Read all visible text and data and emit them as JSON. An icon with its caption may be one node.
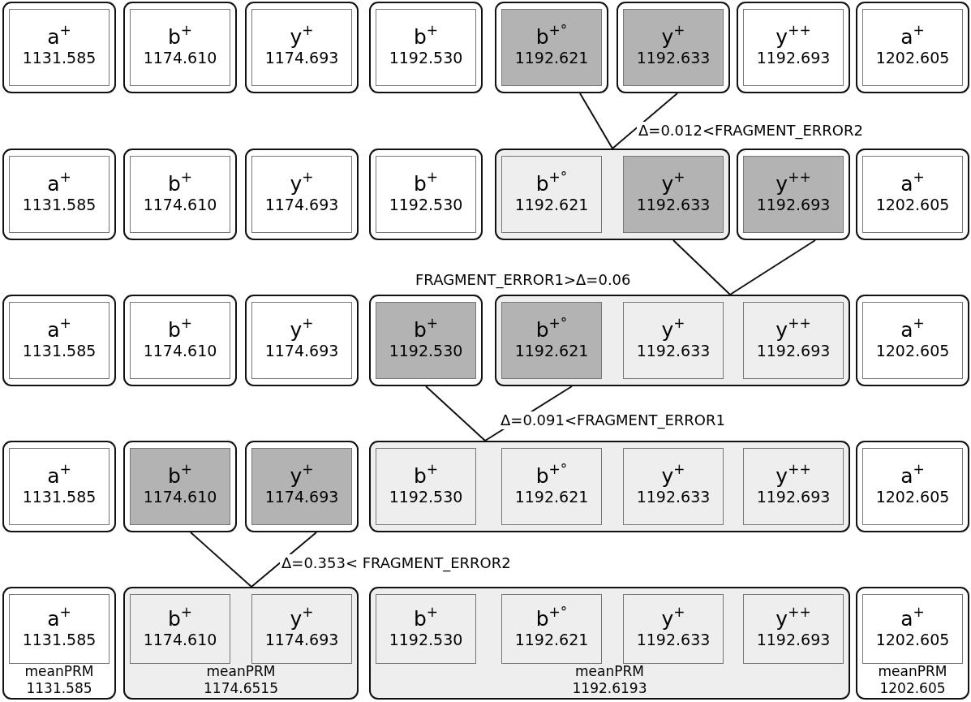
{
  "diagram": {
    "nodes": [
      {
        "text": [],
        "shape": "box"
      },
      {
        "text": [
          "a$^{+}$",
          "1131.585"
        ],
        "in": 0
      },
      {
        "text": [],
        "shape": "box"
      },
      {
        "text": [
          "b$^{+}$",
          "1174.610"
        ],
        "in": 2
      },
      {
        "text": [],
        "shape": "box"
      },
      {
        "text": [
          "y$^{+}$",
          "1174.693"
        ],
        "in": 4
      },
      {
        "text": [],
        "shape": "box"
      },
      {
        "text": [
          "b$^{+}$",
          "1192.530"
        ],
        "in": 6
      },
      {
        "text": [],
        "shape": "box"
      },
      {
        "text": [
          "b$^{+°}$",
          "1192.621"
        ],
        "in": 8
      },
      {
        "text": [],
        "shape": "box"
      },
      {
        "text": [
          "y$^{+}$",
          "1192.633"
        ],
        "in": 10
      },
      {
        "text": [],
        "shape": "box"
      },
      {
        "text": [
          "y$^{++}$",
          "1192.693"
        ],
        "in": 12
      },
      {
        "text": [],
        "shape": "box"
      },
      {
        "text": [
          "a$^{+}$",
          "1202.605"
        ],
        "in": 14
      },
      {
        "text": [],
        "shape": "box"
      },
      {
        "text": [
          "a$^{+}$",
          "1131.585"
        ],
        "in": 16
      },
      {
        "text": [],
        "shape": "box"
      },
      {
        "text": [
          "b$^{+}$",
          "1174.610"
        ],
        "in": 18
      },
      {
        "text": [],
        "shape": "box"
      },
      {
        "text": [
          "y$^{+}$",
          "1174.693"
        ],
        "in": 20
      },
      {
        "text": [],
        "shape": "box"
      },
      {
        "text": [
          "b$^{+}$",
          "1192.530"
        ],
        "in": 22
      },
      {
        "text": [],
        "shape": "box"
      },
      {
        "text": [
          "b$^{+°}$",
          "1192.621"
        ],
        "in": 24
      },
      {
        "text": [
          "y$^{+}$",
          "1192.633"
        ],
        "in": 24
      },
      {
        "text": [],
        "shape": "box"
      },
      {
        "text": [
          "y$^{++}$",
          "1192.693"
        ],
        "in": 27
      },
      {
        "text": [],
        "shape": "box"
      },
      {
        "text": [
          "a$^{+}$",
          "1202.605"
        ],
        "in": 29
      },
      {
        "text": [],
        "shape": "box"
      },
      {
        "text": [
          "a$^{+}$",
          "1131.585"
        ],
        "in": 31
      },
      {
        "text": [],
        "shape": "box"
      },
      {
        "text": [
          "b$^{+}$",
          "1174.610"
        ],
        "in": 33
      },
      {
        "text": [],
        "shape": "box"
      },
      {
        "text": [
          "y$^{+}$",
          "1174.693"
        ],
        "in": 35
      },
      {
        "text": [],
        "shape": "box"
      },
      {
        "text": [
          "b$^{+}$",
          "1192.530"
        ],
        "in": 37
      },
      {
        "text": [],
        "shape": "box"
      },
      {
        "text": [
          "b$^{+°}$",
          "1192.621"
        ],
        "in": 39
      },
      {
        "text": [
          "y$^{+}$",
          "1192.633"
        ],
        "in": 39
      },
      {
        "text": [
          "y$^{++}$",
          "1192.693"
        ],
        "in": 39
      },
      {
        "text": [],
        "shape": "box"
      },
      {
        "text": [
          "a$^{+}$",
          "1202.605"
        ],
        "in": 43
      },
      {
        "text": [],
        "shape": "box"
      },
      {
        "text": [
          "a$^{+}$",
          "1131.585"
        ],
        "in": 45
      },
      {
        "text": [],
        "shape": "box"
      },
      {
        "text": [
          "b$^{+}$",
          "1174.610"
        ],
        "in": 47
      },
      {
        "text": [],
        "shape": "box"
      },
      {
        "text": [
          "y$^{+}$",
          "1174.693"
        ],
        "in": 49
      },
      {
        "text": [],
        "shape": "box"
      },
      {
        "text": [
          "b$^{+}$",
          "1192.530"
        ],
        "in": 51
      },
      {
        "text": [
          "b$^{+°}$",
          "1192.621"
        ],
        "in": 51
      },
      {
        "text": [
          "y$^{+}$",
          "1192.633"
        ],
        "in": 51
      },
      {
        "text": [
          "y$^{++}$",
          "1192.693"
        ],
        "in": 51
      },
      {
        "text": [],
        "shape": "box"
      },
      {
        "text": [
          "a$^{+}$",
          "1202.605"
        ],
        "in": 56
      },
      {
        "text": [
          "meanPRM 1131.585"
        ]
      },
      {
        "text": [
          "a$^{+}$",
          "1131.585"
        ],
        "in": 58
      },
      {
        "text": [
          "meanPRM 1174.6515"
        ]
      },
      {
        "text": [
          "b$^{+}$",
          "1174.610"
        ],
        "in": 60
      },
      {
        "text": [
          "y$^{+}$",
          "1174.693"
        ],
        "in": 60
      },
      {
        "text": [
          "meanPRM 1192.6193"
        ]
      },
      {
        "text": [
          "b$^{+}$",
          "1192.530"
        ],
        "in": 63
      },
      {
        "text": [
          "b$^{+°}$",
          "1192.621"
        ],
        "in": 63
      },
      {
        "text": [
          "y$^{+}$",
          "1192.633"
        ],
        "in": 63
      },
      {
        "text": [
          "y$^{++}$",
          "1192.693"
        ],
        "in": 63
      },
      {
        "text": [
          "meanPRM 1202.605"
        ]
      },
      {
        "text": [
          "a$^{+}$",
          "1202.605"
        ],
        "in": 68
      }
    ],
    "edges": [
      {
        "from": 8,
        "to": 24,
        "arrow": "none"
      },
      {
        "from": 10,
        "to": 24,
        "arrow": "none",
        "label": "Δ=0.012<FRAGMENT_ERROR2"
      },
      {
        "from": 24,
        "to": 39,
        "arrow": "none",
        "label": "FRAGMENT_ERROR1>Δ=0.06"
      },
      {
        "from": 27,
        "to": 39,
        "arrow": "none"
      },
      {
        "from": 37,
        "to": 51,
        "arrow": "none"
      },
      {
        "from": 39,
        "to": 51,
        "arrow": "none",
        "label": "Δ=0.091<FRAGMENT_ERROR1"
      },
      {
        "from": 47,
        "to": 60,
        "arrow": "none"
      },
      {
        "from": 49,
        "to": 60,
        "arrow": "none",
        "label": "Δ=0.353< FRAGMENT_ERROR2"
      }
    ]
  }
}
